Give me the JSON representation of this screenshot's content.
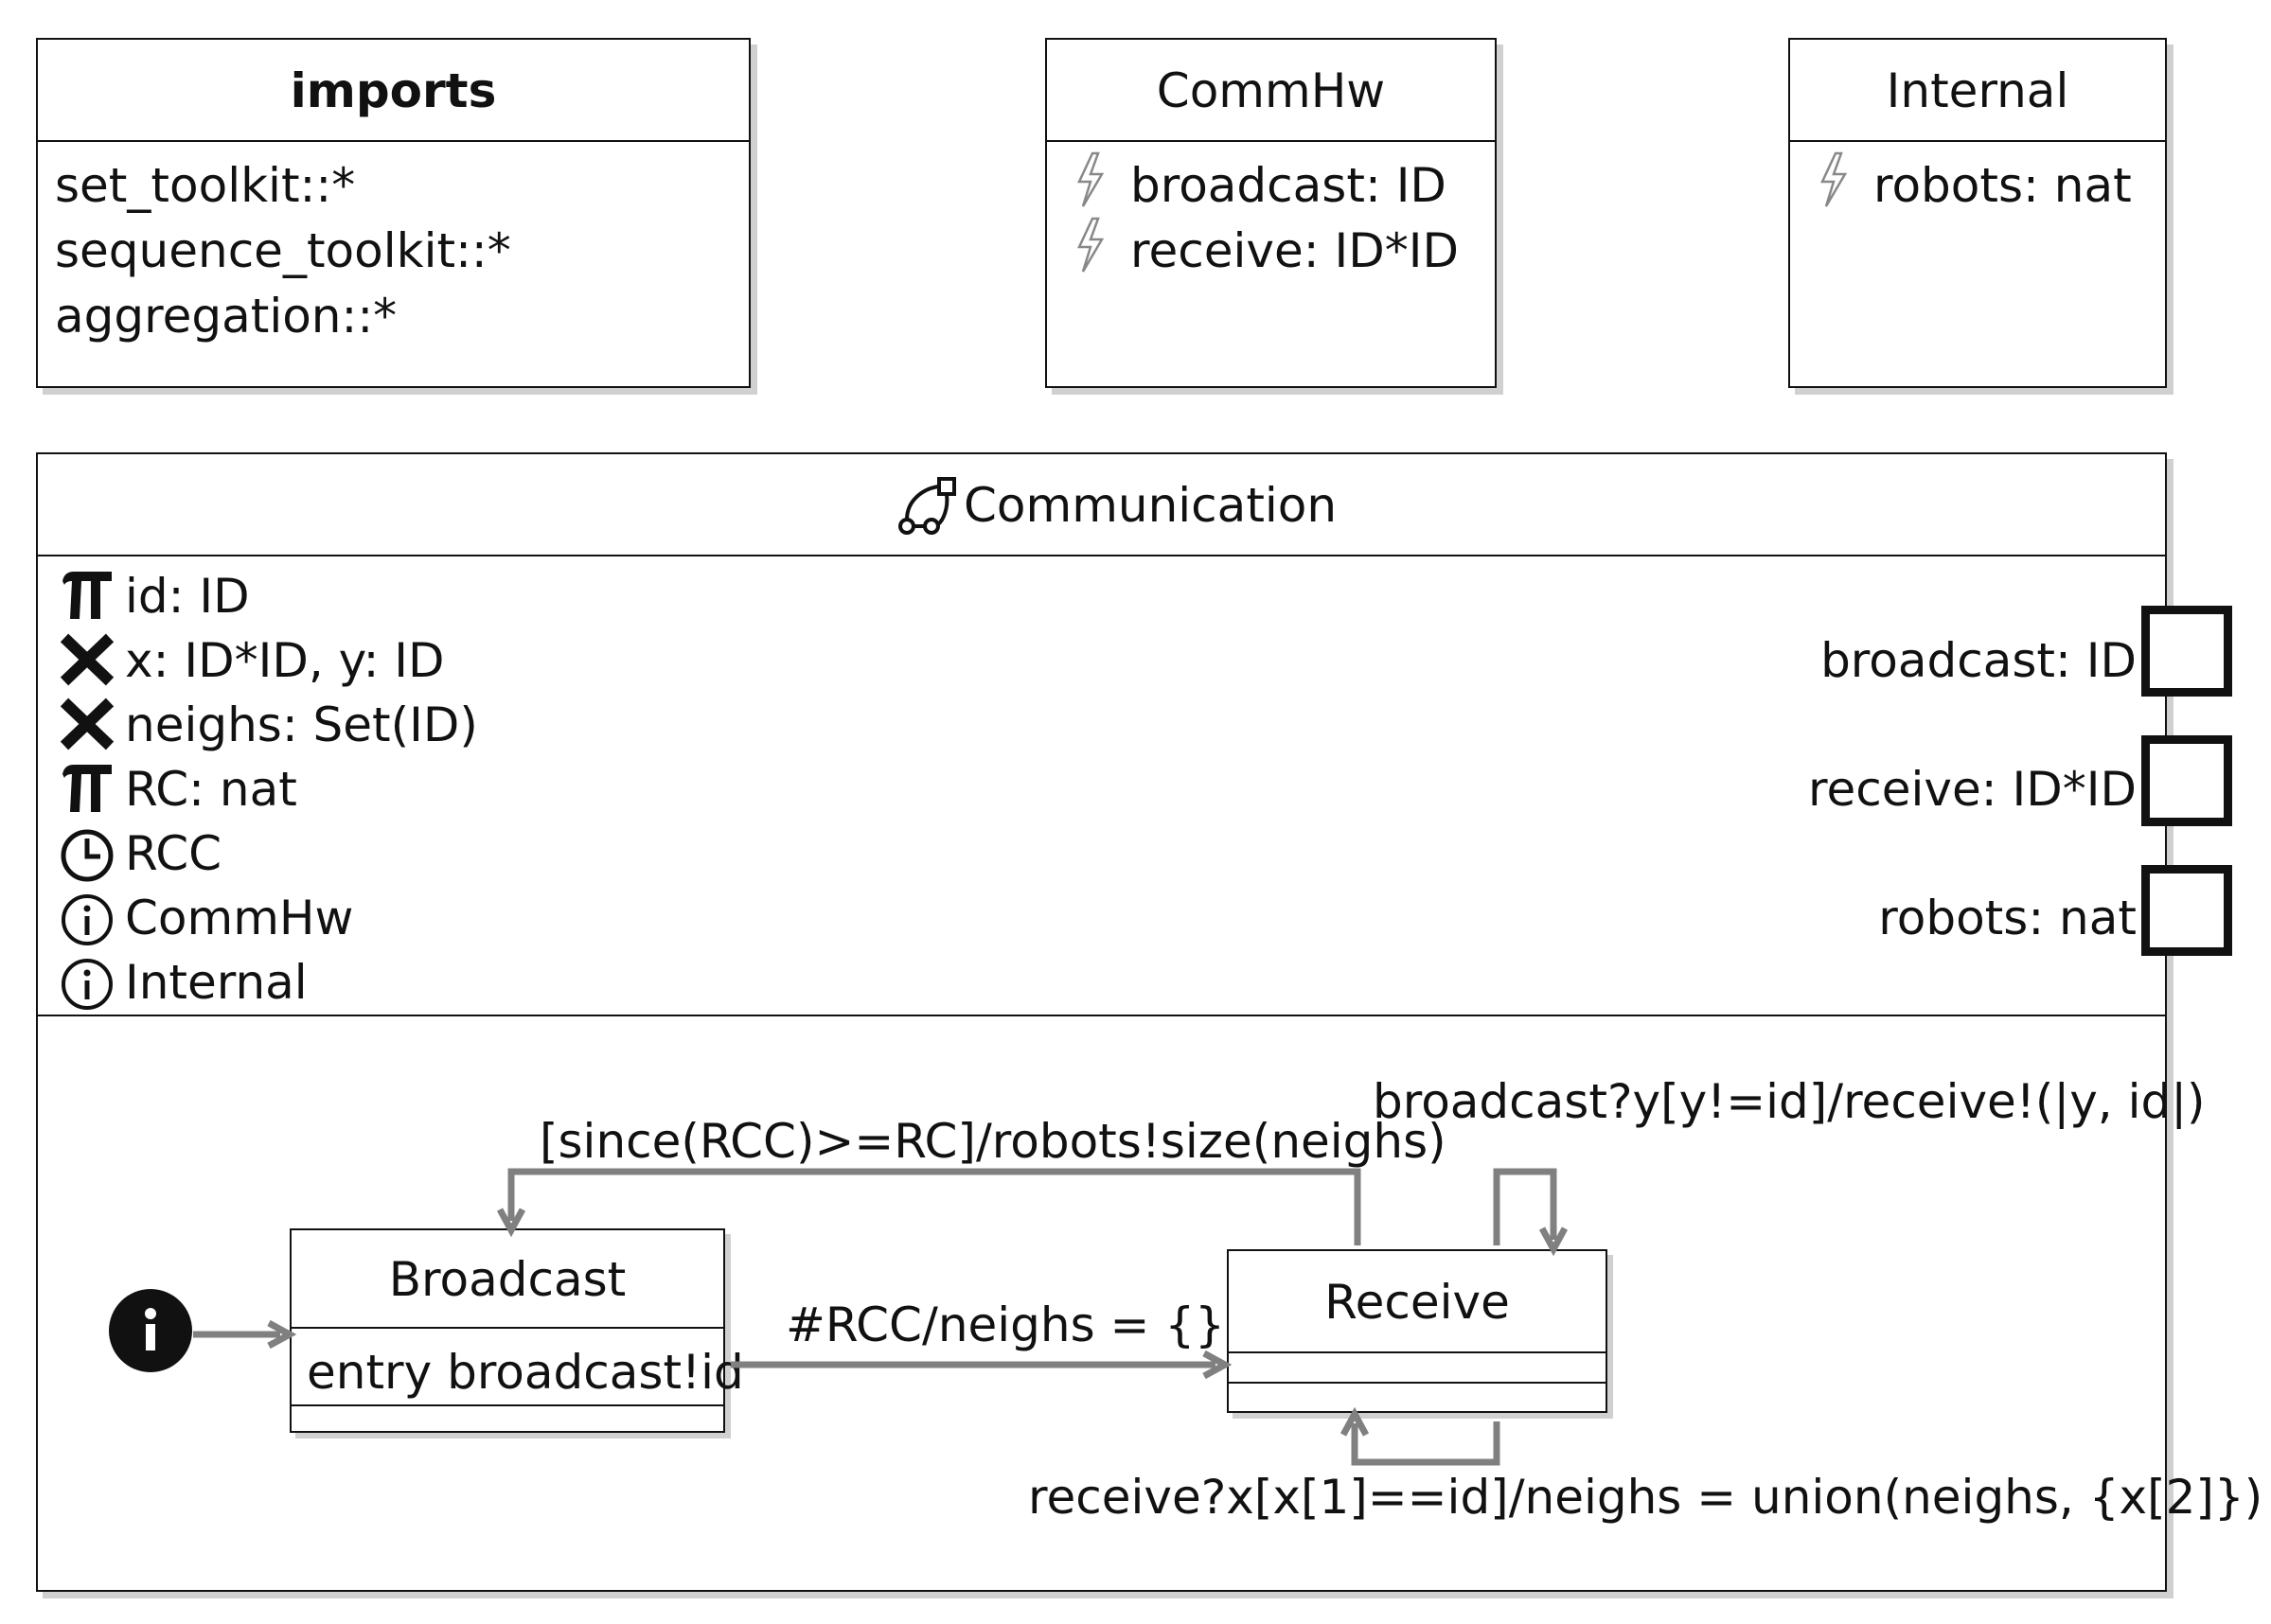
{
  "imports": {
    "title": "imports",
    "items": [
      "set_toolkit::*",
      "sequence_toolkit::*",
      "aggregation::*"
    ]
  },
  "commhw": {
    "title": "CommHw",
    "events": [
      "broadcast: ID",
      "receive: ID*ID"
    ]
  },
  "internal": {
    "title": "Internal",
    "events": [
      "robots: nat"
    ]
  },
  "communication": {
    "title": "Communication",
    "declarations": [
      {
        "icon": "pi-icon",
        "text": "id: ID"
      },
      {
        "icon": "cross-icon",
        "text": "x: ID*ID, y: ID"
      },
      {
        "icon": "cross-icon",
        "text": "neighs: Set(ID)"
      },
      {
        "icon": "pi-icon",
        "text": "RC: nat"
      },
      {
        "icon": "clock-icon",
        "text": "RCC"
      },
      {
        "icon": "info-icon",
        "text": "CommHw"
      },
      {
        "icon": "info-icon",
        "text": "Internal"
      }
    ],
    "ports": [
      "broadcast: ID",
      "receive: ID*ID",
      "robots: nat"
    ]
  },
  "states": {
    "broadcast": {
      "name": "Broadcast",
      "action": "entry broadcast!id"
    },
    "receive": {
      "name": "Receive"
    }
  },
  "transitions": {
    "broadcast_to_receive": "#RCC/neighs = {}",
    "receive_to_broadcast": "[since(RCC)>=RC]/robots!size(neighs)",
    "receive_self_top": "broadcast?y[y!=id]/receive!(|y, id|)",
    "receive_self_bottom": "receive?x[x[1]==id]/neighs = union(neighs, {x[2]})"
  },
  "colors": {
    "border": "#111111",
    "shadow": "#d0d0d0",
    "wire": "#808080"
  }
}
